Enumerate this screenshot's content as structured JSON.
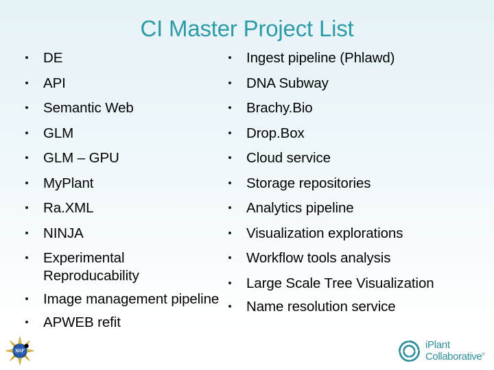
{
  "slide": {
    "title": "CI Master Project List",
    "title_color": "#2e9aa8",
    "background_top_color": "#e6f3f7",
    "background_bottom_color": "#ffffff",
    "text_color": "#000000"
  },
  "columns": {
    "left": [
      {
        "text": "DE"
      },
      {
        "text": "API"
      },
      {
        "text": "Semantic Web"
      },
      {
        "text": "GLM"
      },
      {
        "text": "GLM – GPU"
      },
      {
        "text": "MyPlant"
      },
      {
        "text": "Ra.XML"
      },
      {
        "text": "NINJA"
      },
      {
        "text": "Experimental Reproducability"
      },
      {
        "text": "Image management pipeline"
      },
      {
        "text": "APWEB refit"
      }
    ],
    "right": [
      {
        "text": "Ingest pipeline (Phlawd)"
      },
      {
        "text": "DNA Subway"
      },
      {
        "text": "Brachy.Bio"
      },
      {
        "text": "Drop.Box"
      },
      {
        "text": "Cloud service"
      },
      {
        "text": "Storage repositories"
      },
      {
        "text": "Analytics pipeline"
      },
      {
        "text": "Visualization explorations"
      },
      {
        "text": "Workflow tools analysis"
      },
      {
        "text": "Large Scale Tree Visualization"
      },
      {
        "text": "Name resolution service"
      }
    ]
  },
  "logos": {
    "nsf": {
      "name": "nsf-logo",
      "acronym": "NSF",
      "globe_color": "#1f4fa0",
      "burst_color": "#c8a634"
    },
    "iplant": {
      "name": "iplant-collaborative-logo",
      "line1": "iPlant",
      "line2": "Collaborative",
      "trademark": "®",
      "color": "#2e8e9c"
    }
  }
}
